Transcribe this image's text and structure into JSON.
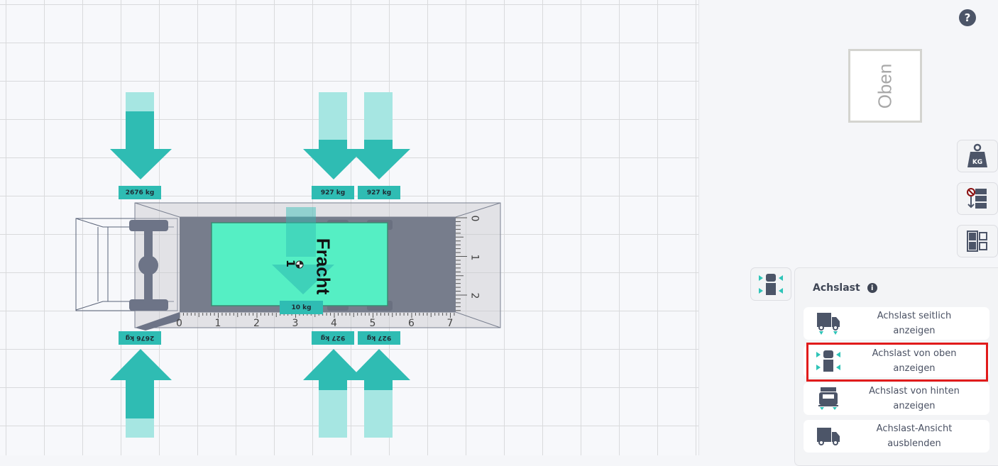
{
  "canvas": {
    "top_loads": [
      "2676 kg",
      "927 kg",
      "927 kg"
    ],
    "bottom_loads": [
      "2676 kg",
      "927 kg",
      "927 kg"
    ],
    "cargo_label": "Fracht",
    "cargo_number": "1",
    "cargo_load": "10 kg",
    "ruler_x": [
      "0",
      "1",
      "2",
      "3",
      "4",
      "5",
      "6",
      "7"
    ],
    "ruler_y": [
      "0",
      "1",
      "2"
    ],
    "accent": "#2fbcb3",
    "cargo_color": "#55efc4"
  },
  "help_label": "?",
  "view_cube": {
    "label": "Oben"
  },
  "side_buttons": {
    "weight_label": "KG"
  },
  "axle_panel": {
    "title": "Achslast",
    "info": "i",
    "options": [
      {
        "label": "Achslast seitlich\nanzeigen",
        "icon": "truck-side-axle-icon"
      },
      {
        "label": "Achslast von oben\nanzeigen",
        "icon": "truck-top-axle-icon"
      },
      {
        "label": "Achslast von hinten\nanzeigen",
        "icon": "truck-rear-axle-icon"
      },
      {
        "label": "Achslast-Ansicht\nausblenden",
        "icon": "truck-icon"
      }
    ]
  }
}
